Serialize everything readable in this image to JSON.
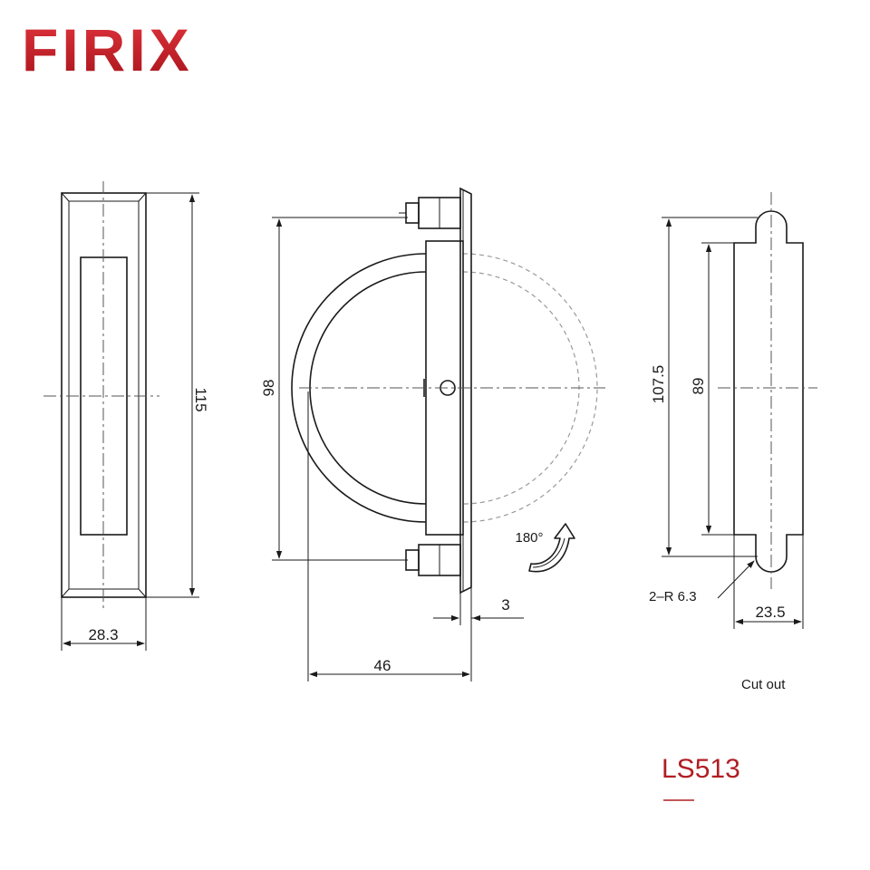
{
  "brand": {
    "logo": "FIRIX",
    "color": "#c8202a"
  },
  "model": {
    "code": "LS513",
    "color": "#b01e24"
  },
  "views": {
    "front": {
      "height": "115",
      "width": "28.3"
    },
    "side": {
      "handle_height": "98",
      "depth": "46",
      "plate_thickness": "3",
      "rotation": "180°"
    },
    "cutout": {
      "overall_height": "107.5",
      "inner_height": "89",
      "radius": "2–R 6.3",
      "width": "23.5",
      "label": "Cut out"
    }
  },
  "icons": {
    "rotation": "rotate-arrow-icon"
  }
}
